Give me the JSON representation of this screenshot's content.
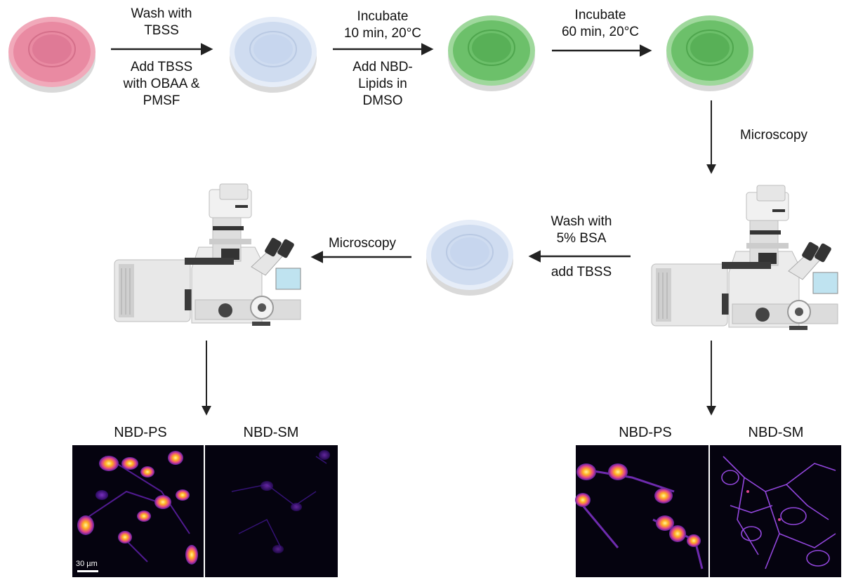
{
  "steps": {
    "wash_tbss": [
      "Wash with",
      "TBSS"
    ],
    "add_tbss": [
      "Add TBSS",
      "with OBAA &",
      "PMSF"
    ],
    "incubate_10": [
      "Incubate",
      "10 min, 20°C"
    ],
    "add_nbd": [
      "Add NBD-",
      "Lipids in",
      "DMSO"
    ],
    "incubate_60": [
      "Incubate",
      "60 min, 20°C"
    ],
    "microscopy_right": "Microscopy",
    "wash_bsa": [
      "Wash with",
      "5% BSA"
    ],
    "add_tbss2": "add TBSS",
    "microscopy_left": "Microscopy"
  },
  "panels": {
    "left": {
      "labels": [
        "NBD-PS",
        "NBD-SM"
      ],
      "scale_bar": "30 µm"
    },
    "right": {
      "labels": [
        "NBD-PS",
        "NBD-SM"
      ]
    }
  },
  "colors": {
    "dish_pink": "#e98aa2",
    "dish_blue": "#cfdcf0",
    "dish_green": "#6cc06a",
    "arrow": "#222222",
    "micrograph_bg": "#05030f",
    "fluor_bright": "#ffcf3a",
    "fluor_mid": "#e0448c",
    "fluor_dim": "#5a1ea0"
  }
}
